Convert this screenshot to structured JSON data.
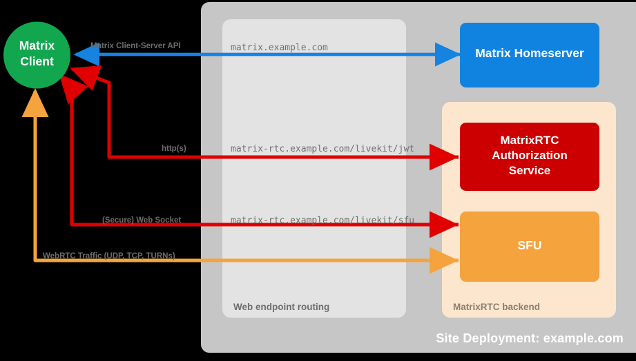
{
  "diagram": {
    "title": "Site Deployment: example.com",
    "background": "#000000"
  },
  "colors": {
    "site_panel": "#c6c6c6",
    "routing_panel": "#e3e3e3",
    "rtc_panel": "#fce6cd",
    "client": "#12a64e",
    "homeserver": "#1083e0",
    "auth_service": "#cc0000",
    "sfu": "#f5a33c",
    "arrow_blue": "#1683e0",
    "arrow_red": "#e00000",
    "arrow_orange": "#f5a33c",
    "label_gray": "#6d6d6d",
    "mono_gray": "#717171"
  },
  "nodes": {
    "client": {
      "label": "Matrix\nClient"
    },
    "homeserver": {
      "label": "Matrix Homeserver"
    },
    "auth_service": {
      "label": "MatrixRTC\nAuthorization\nService"
    },
    "sfu": {
      "label": "SFU"
    }
  },
  "groups": {
    "web_routing": {
      "label": "Web endpoint routing"
    },
    "rtc_backend": {
      "label": "MatrixRTC backend"
    }
  },
  "edges": [
    {
      "id": "matrix-cs-api",
      "protocol_label": "Matrix Client-Server API",
      "endpoint": "matrix.example.com",
      "color": "#1683e0",
      "direction": "bidirectional"
    },
    {
      "id": "livekit-jwt",
      "protocol_label": "http(s)",
      "endpoint": "matrix-rtc.example.com/livekit/jwt",
      "color": "#e00000",
      "direction": "bidirectional"
    },
    {
      "id": "livekit-sfu",
      "protocol_label": "(Secure) Web Socket",
      "endpoint": "matrix-rtc.example.com/livekit/sfu",
      "color": "#e00000",
      "direction": "bidirectional"
    },
    {
      "id": "webrtc-media",
      "protocol_label": "WebRTC Traffic (UDP, TCP, TURNs)",
      "endpoint": "",
      "color": "#f5a33c",
      "direction": "bidirectional"
    }
  ]
}
